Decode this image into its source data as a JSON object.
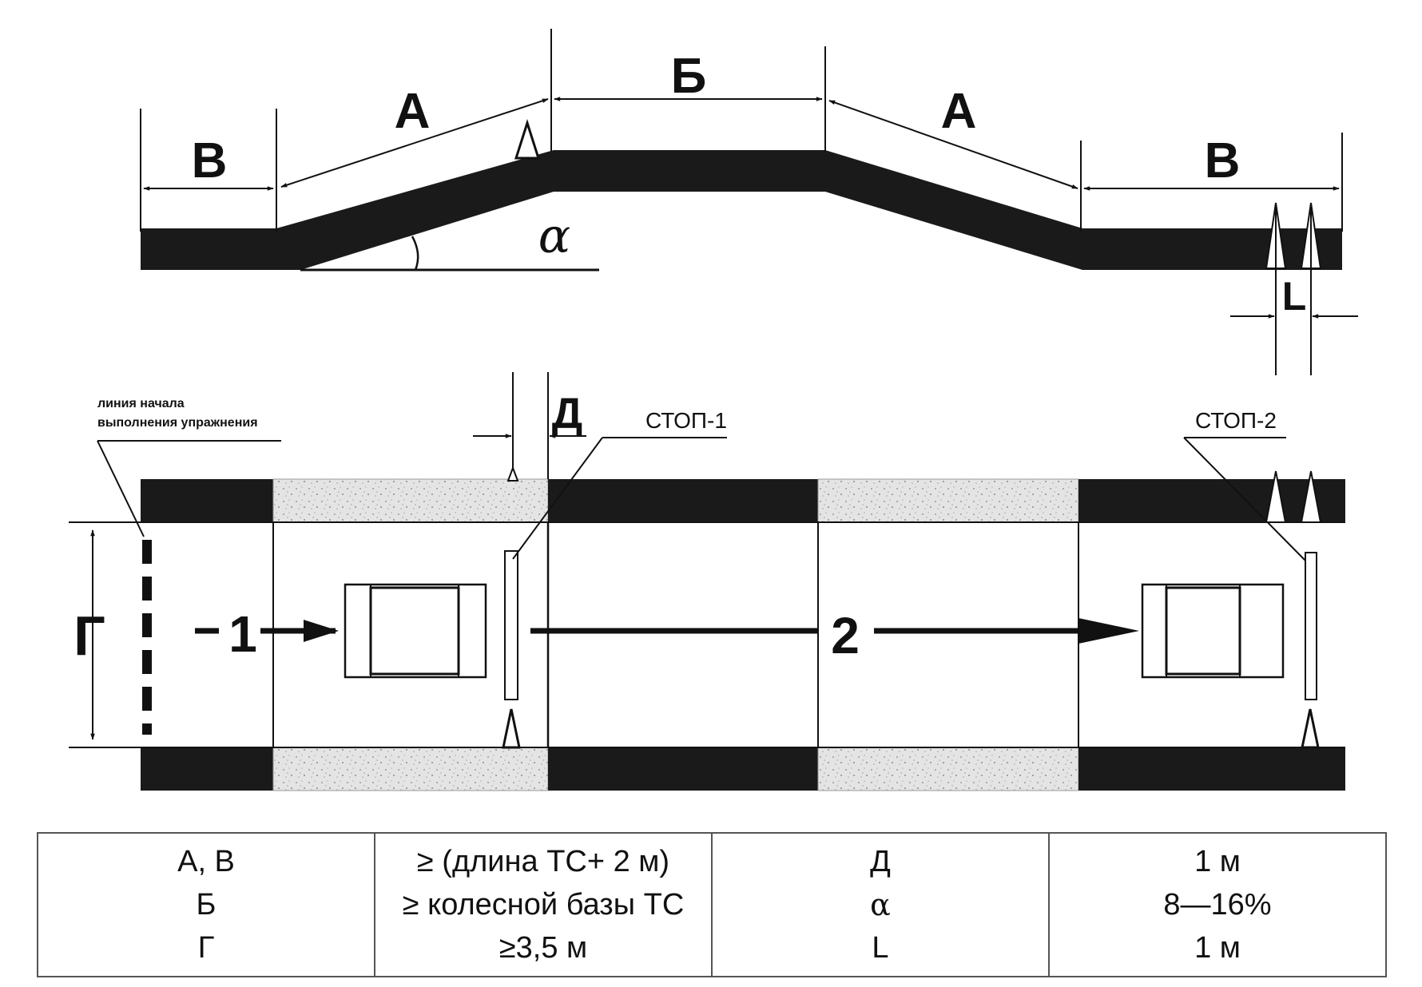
{
  "profile": {
    "labels": {
      "v_left": "В",
      "a_left": "А",
      "b": "Б",
      "a_right": "А",
      "v_right": "В",
      "alpha": "α",
      "l": "L"
    }
  },
  "plan": {
    "labels": {
      "start_line_1": "линия начала",
      "start_line_2": "выполнения упражнения",
      "d": "Д",
      "stop1": "СТОП-1",
      "stop2": "СТОП-2",
      "g": "Г",
      "arrow1": "1",
      "arrow2": "2"
    }
  },
  "table": {
    "rows": [
      [
        "А, В",
        "≥ (длина ТС+ 2 м)",
        "Д",
        "1 м"
      ],
      [
        "Б",
        "≥ колесной базы ТС",
        "α",
        "8—16%"
      ],
      [
        "Г",
        "≥3,5 м",
        "L",
        "1 м"
      ]
    ]
  }
}
